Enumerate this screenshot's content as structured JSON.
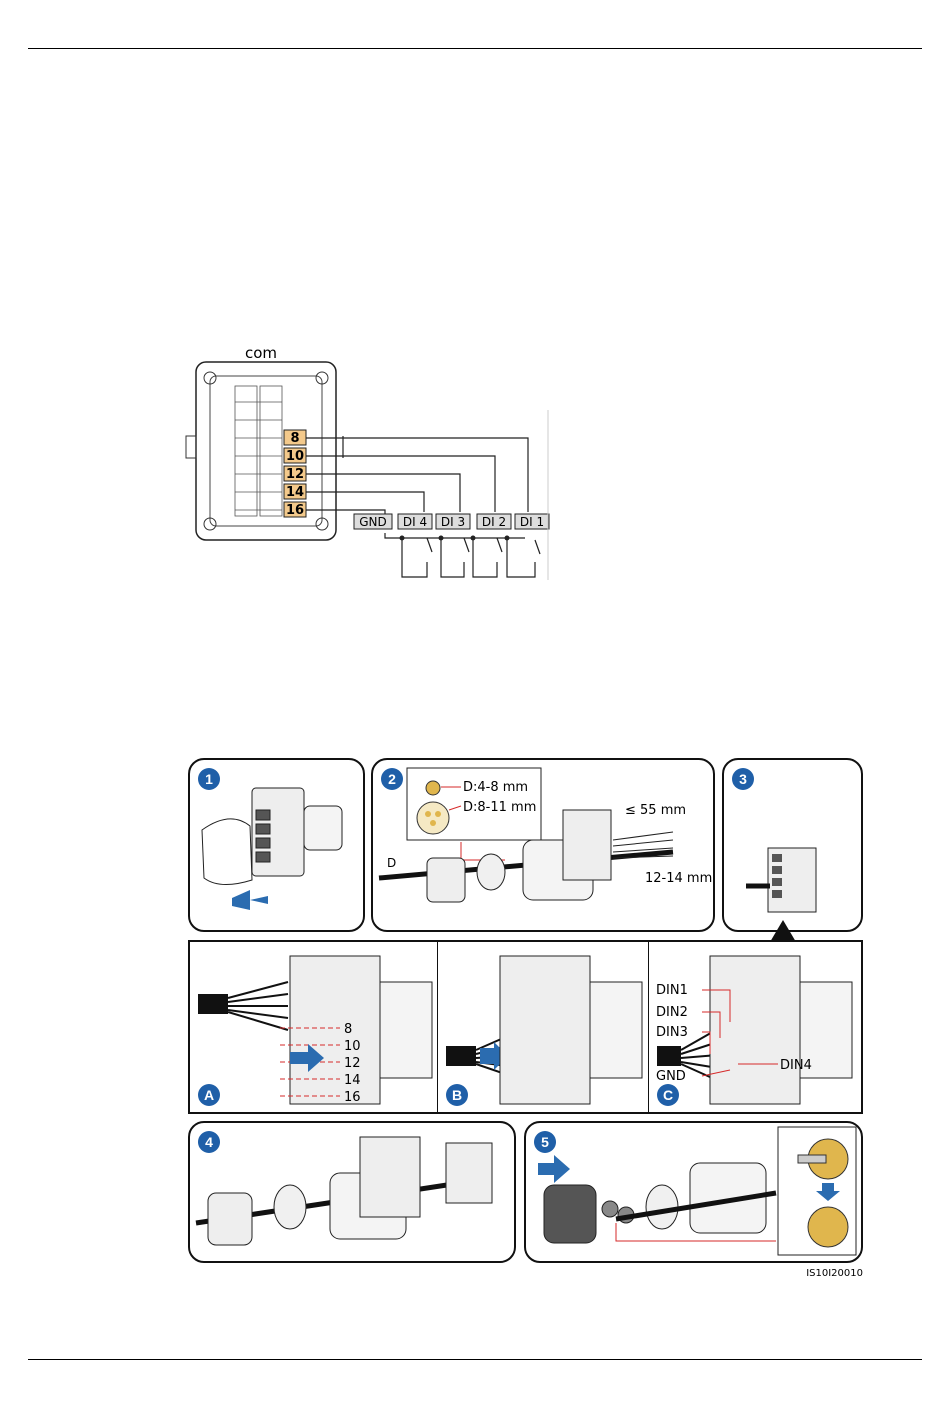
{
  "wiring": {
    "port_label": "com",
    "pins": [
      "8",
      "10",
      "12",
      "14",
      "16"
    ],
    "signals": [
      "GND",
      "DI 4",
      "DI 3",
      "DI 2",
      "DI 1"
    ]
  },
  "steps": {
    "s1": "1",
    "s2": "2",
    "s3": "3",
    "s4": "4",
    "s5": "5",
    "d_small": "D:4-8 mm",
    "d_large": "D:8-11 mm",
    "d_label": "D",
    "strip_len": "≤ 55 mm",
    "strip_end": "12-14 mm"
  },
  "substeps": {
    "a": "A",
    "b": "B",
    "c": "C",
    "a_pins": [
      "8",
      "10",
      "12",
      "14",
      "16"
    ],
    "c_labels": [
      "DIN1",
      "DIN2",
      "DIN3",
      "GND",
      "DIN4"
    ]
  },
  "figure_id": "IS10I20010",
  "colors": {
    "pin_fill": "#f3c98b",
    "accent_blue": "#2b6cb0",
    "red": "#d62a2a",
    "seal_gold": "#e0b64d"
  }
}
